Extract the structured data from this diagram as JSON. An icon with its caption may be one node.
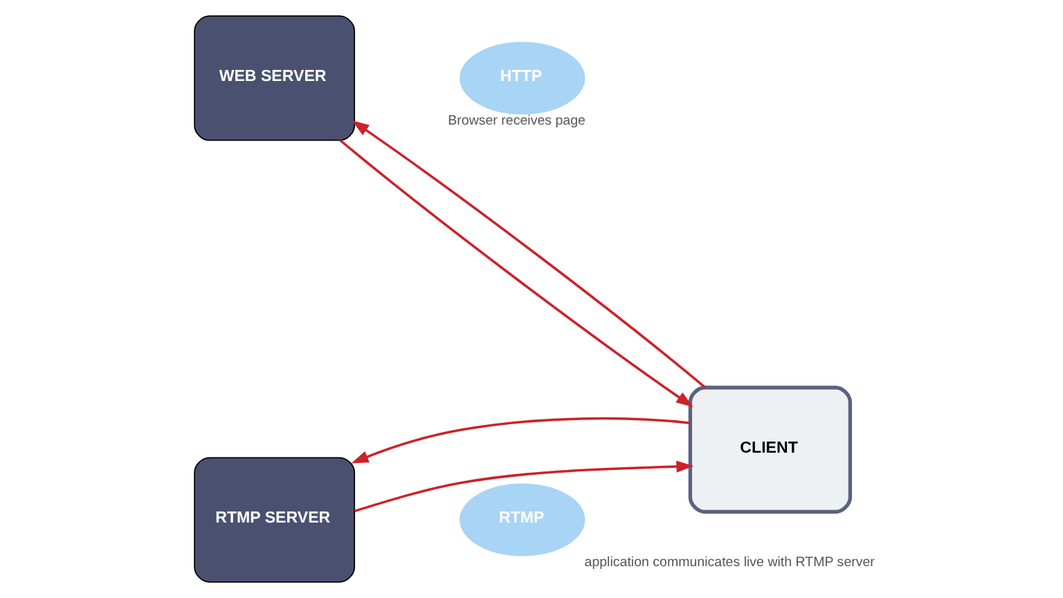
{
  "diagram": {
    "nodes": [
      {
        "text": [
          "WEB SERVER"
        ]
      },
      {
        "text": [
          "HTTP"
        ],
        "beside": [
          "Browser receives page"
        ]
      },
      {
        "text": [
          "CLIENT"
        ]
      },
      {
        "text": [
          "RTMP SERVER"
        ]
      },
      {
        "text": [
          "RTMP"
        ],
        "beside": [
          "application communicates live with RTMP server"
        ]
      }
    ],
    "edges": [
      {
        "from": 0,
        "to": 2,
        "arrow": "to"
      },
      {
        "from": 2,
        "to": 0,
        "arrow": "to"
      },
      {
        "from": 3,
        "to": 2,
        "arrow": "to"
      },
      {
        "from": 2,
        "to": 3,
        "arrow": "to"
      }
    ]
  }
}
